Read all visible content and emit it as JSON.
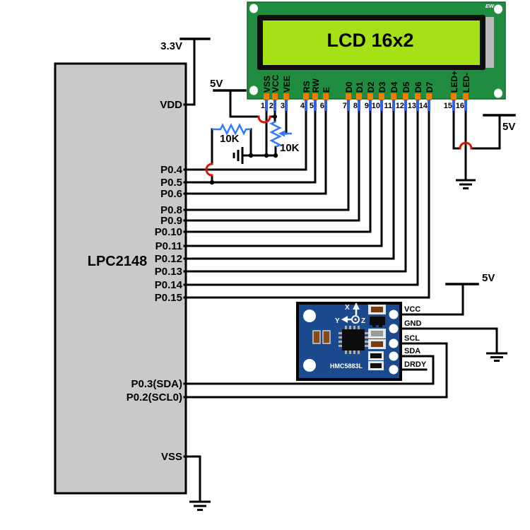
{
  "colors": {
    "board_green": "#1f8c40",
    "board_green_dark": "#11662c",
    "screen_green": "#a7e017",
    "bezel_black": "#0e0e0e",
    "strip_gray": "#bbbbbb",
    "mcu_gray": "#c9c9c9",
    "module_blue": "#1b4a8e",
    "pad_orange": "#ee7e00",
    "stub_blue": "#2f62e8",
    "resistor_blue": "#2f7bff",
    "hop_red": "#dd1500",
    "wire_black": "#000000"
  },
  "power": {
    "rail_3v3": "3.3V",
    "rail_5v_lcd": "5V",
    "rail_5v_backlight": "5V",
    "rail_5v_module": "5V"
  },
  "resistors": {
    "pulldown": "10K",
    "contrast_pot": "10K"
  },
  "lcd": {
    "title": "LCD 16x2",
    "corner_mark": "EW",
    "pins": [
      {
        "num": "1",
        "label": "VSS"
      },
      {
        "num": "2",
        "label": "VCC"
      },
      {
        "num": "3",
        "label": "VEE"
      },
      {
        "num": "4",
        "label": "RS"
      },
      {
        "num": "5",
        "label": "RW"
      },
      {
        "num": "6",
        "label": "E"
      },
      {
        "num": "7",
        "label": "D0"
      },
      {
        "num": "8",
        "label": "D1"
      },
      {
        "num": "9",
        "label": "D2"
      },
      {
        "num": "10",
        "label": "D3"
      },
      {
        "num": "11",
        "label": "D4"
      },
      {
        "num": "12",
        "label": "D5"
      },
      {
        "num": "13",
        "label": "D6"
      },
      {
        "num": "14",
        "label": "D7"
      },
      {
        "num": "15",
        "label": "LED+"
      },
      {
        "num": "16",
        "label": "LED-"
      }
    ]
  },
  "mcu": {
    "name": "LPC2148",
    "pins": [
      {
        "label": "VDD"
      },
      {
        "label": "P0.4"
      },
      {
        "label": "P0.5"
      },
      {
        "label": "P0.6"
      },
      {
        "label": "P0.8"
      },
      {
        "label": "P0.9"
      },
      {
        "label": "P0.10"
      },
      {
        "label": "P0.11"
      },
      {
        "label": "P0.12"
      },
      {
        "label": "P0.13"
      },
      {
        "label": "P0.14"
      },
      {
        "label": "P0.15"
      },
      {
        "label": "P0.3(SDA)"
      },
      {
        "label": "P0.2(SCL0)"
      },
      {
        "label": "VSS"
      }
    ]
  },
  "module": {
    "name": "HMC5883L",
    "axis_x": "X",
    "axis_y": "Y",
    "axis_z": "Z",
    "pins": [
      {
        "label": "VCC"
      },
      {
        "label": "GND"
      },
      {
        "label": "SCL"
      },
      {
        "label": "SDA"
      },
      {
        "label": "DRDY"
      }
    ]
  }
}
